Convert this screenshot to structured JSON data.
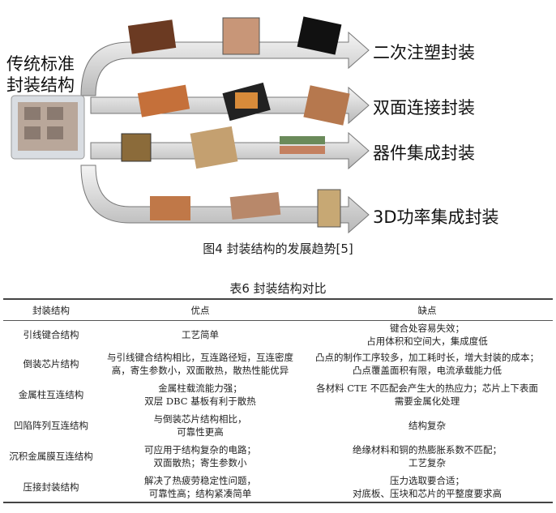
{
  "figure": {
    "source_label": "传统标准\n封装结构",
    "source_label_lines": [
      "传统标准",
      "封装结构"
    ],
    "targets": [
      "二次注塑封装",
      "双面连接封装",
      "器件集成封装",
      "3D功率集成封装"
    ],
    "caption": "图4  封装结构的发展趋势[5]"
  },
  "table": {
    "title": "表6  封装结构对比",
    "headers": [
      "封装结构",
      "优点",
      "缺点"
    ],
    "rows": [
      {
        "name": "引线键合结构",
        "pros": [
          "工艺简单"
        ],
        "cons": [
          "键合处容易失效；",
          "占用体积和空间大，集成度低"
        ]
      },
      {
        "name": "倒装芯片结构",
        "pros": [
          "与引线键合结构相比，互连路径短，互连密度",
          "高，寄生参数小，双面散热，散热性能优异"
        ],
        "cons": [
          "凸点的制作工序较多，加工耗时长，增大封装的成本；",
          "凸点覆盖面积有限，电流承载能力低"
        ]
      },
      {
        "name": "金属柱互连结构",
        "pros": [
          "金属柱载流能力强；",
          "双层 DBC 基板有利于散热"
        ],
        "cons": [
          "各材料 CTE 不匹配会产生大的热应力；芯片上下表面",
          "需要金属化处理"
        ]
      },
      {
        "name": "凹陷阵列互连结构",
        "pros": [
          "与倒装芯片结构相比，",
          "可靠性更高"
        ],
        "cons": [
          "结构复杂"
        ]
      },
      {
        "name": "沉积金属膜互连结构",
        "pros": [
          "可应用于结构复杂的电路；",
          "双面散热；寄生参数小"
        ],
        "cons": [
          "绝缘材料和铜的热膨胀系数不匹配；",
          "工艺复杂"
        ]
      },
      {
        "name": "压接封装结构",
        "pros": [
          "解决了热疲劳稳定性问题，",
          "可靠性高；结构紧凑简单"
        ],
        "cons": [
          "压力选取要合适；",
          "对底板、压块和芯片的平整度要求高"
        ]
      }
    ]
  }
}
